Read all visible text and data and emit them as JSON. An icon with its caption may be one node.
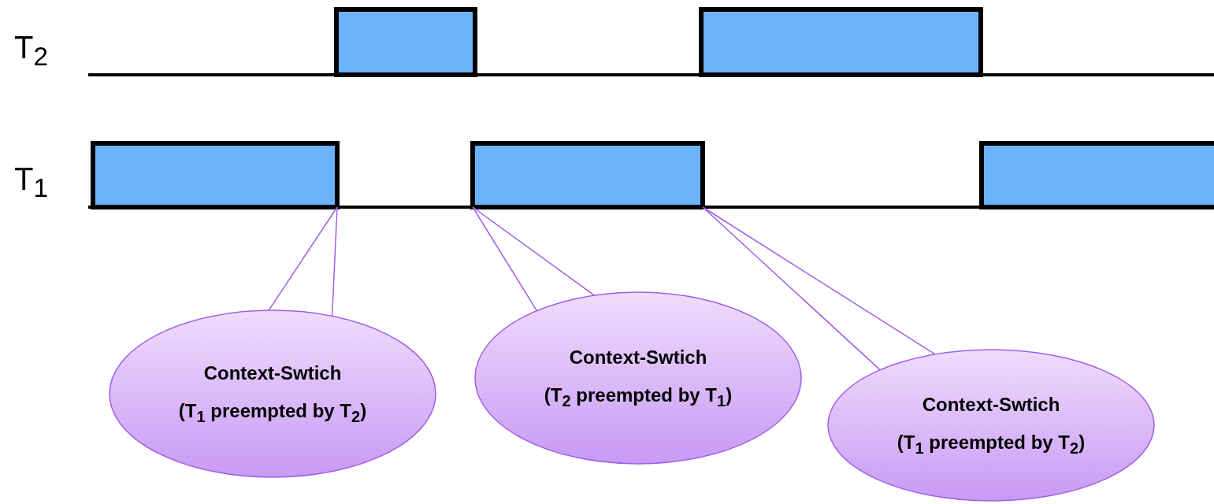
{
  "diagram": {
    "nodes": [
      {
        "text": [],
        "shape": "bar"
      },
      {
        "text": [],
        "shape": "bar"
      },
      {
        "text": [],
        "shape": "bar"
      },
      {
        "text": [],
        "shape": "bar"
      },
      {
        "text": [],
        "shape": "bar"
      },
      {
        "text": [
          "Context-Swtich",
          "(T$_{1}$ preempted by T$_{2}$)"
        ]
      },
      {
        "text": [
          "Context-Swtich",
          "(T$_{2}$ preempted by T$_{1}$)"
        ]
      },
      {
        "text": [
          "Context-Swtich",
          "(T$_{1}$ preempted by T$_{2}$)"
        ]
      }
    ],
    "edges": [
      {
        "from": 5,
        "to": 2,
        "arrow": "none"
      },
      {
        "from": 6,
        "to": 3,
        "arrow": "none"
      },
      {
        "from": 7,
        "to": 3,
        "arrow": "none"
      }
    ],
    "labels": [
      "T$_{2}$",
      "T$_{1}$"
    ]
  }
}
